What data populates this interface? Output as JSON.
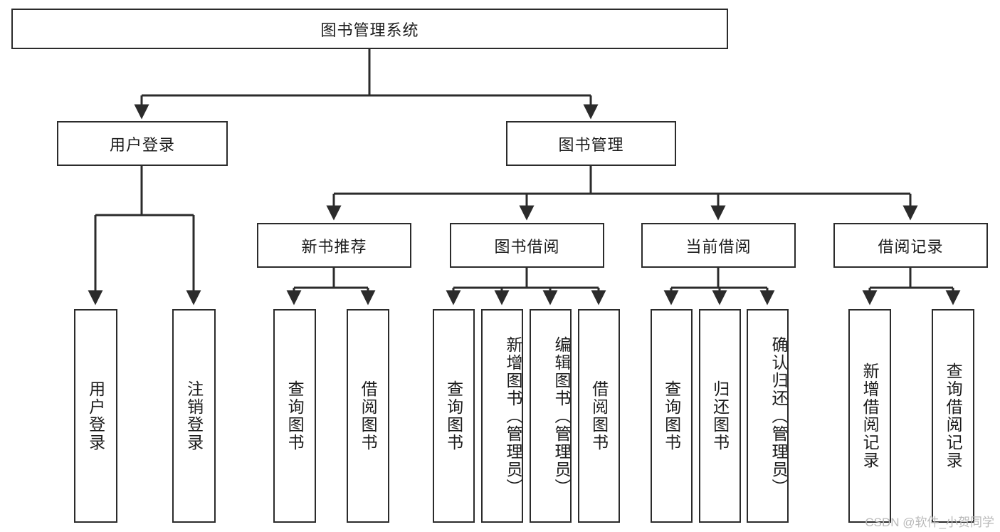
{
  "diagram": {
    "title": "图书管理系统",
    "type": "hierarchy-tree",
    "root": {
      "label": "图书管理系统"
    },
    "level2": [
      {
        "label": "用户登录"
      },
      {
        "label": "图书管理"
      }
    ],
    "level3": [
      {
        "label": "新书推荐"
      },
      {
        "label": "图书借阅"
      },
      {
        "label": "当前借阅"
      },
      {
        "label": "借阅记录"
      }
    ],
    "leaves": {
      "user_login": [
        {
          "label": "用户登录"
        },
        {
          "label": "注销登录"
        }
      ],
      "new_book_recommend": [
        {
          "label": "查询图书"
        },
        {
          "label": "借阅图书"
        }
      ],
      "book_borrow": [
        {
          "label": "查询图书"
        },
        {
          "label": "新增图书（管理员）"
        },
        {
          "label": "编辑图书（管理员）"
        },
        {
          "label": "借阅图书"
        }
      ],
      "current_borrow": [
        {
          "label": "查询图书"
        },
        {
          "label": "归还图书"
        },
        {
          "label": "确认归还（管理员）"
        }
      ],
      "borrow_record": [
        {
          "label": "新增借阅记录"
        },
        {
          "label": "查询借阅记录"
        }
      ]
    }
  },
  "watermark": {
    "text": "CSDN @软件_小贺同学"
  },
  "colors": {
    "stroke": "#2b2b2b",
    "fill": "#ffffff",
    "text": "#1c1c1c",
    "watermark": "#b9b9b9"
  }
}
